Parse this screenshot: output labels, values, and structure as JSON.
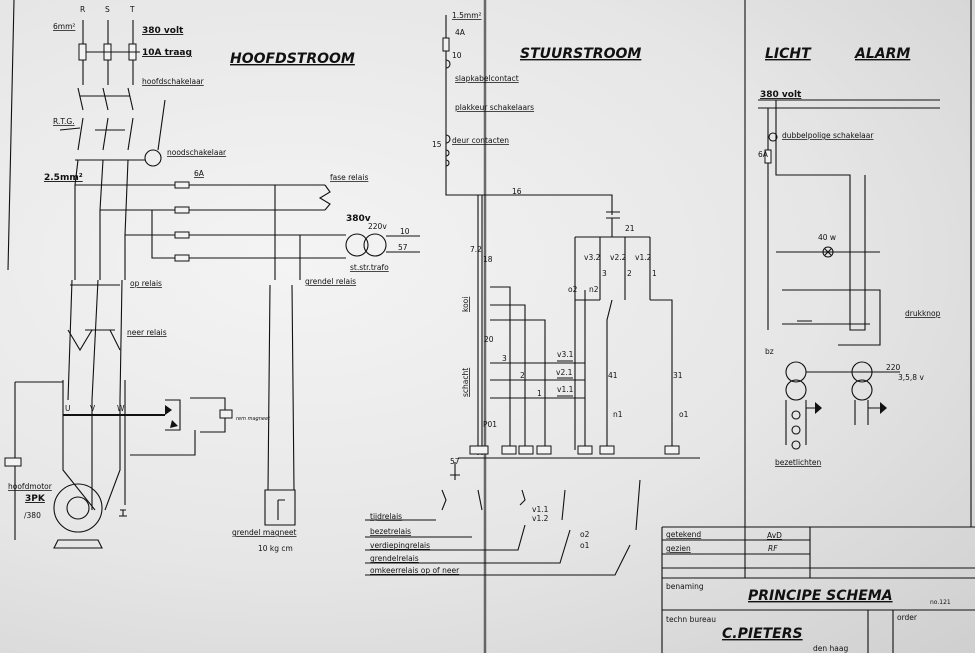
{
  "hoofdstroom": {
    "title": "HOOFDSTROOM",
    "phases": [
      "R",
      "S",
      "T"
    ],
    "cable_6": "6mm²",
    "voltage": "380 volt",
    "fuse": "10A traag",
    "main_switch": "hoofdschakelaar",
    "rtg": "R.T.G.",
    "emergency_switch": "noodschakelaar",
    "cable_25": "2.5mm²",
    "fuse_6": "6A",
    "phase_relay": "fase relais",
    "trafo_primary": "380v",
    "trafo_secondary": "220v",
    "wire_10": "10",
    "wire_57": "57",
    "trafo": "st.str.trafo",
    "up_relay": "op relais",
    "lock_relay": "grendel relais",
    "down_relay": "neer relais",
    "terminals": [
      "U",
      "V",
      "W"
    ],
    "brake": "rem magneet",
    "motor": "hoofdmotor",
    "motor_power": "3PK",
    "motor_voltage": "/380",
    "lock_magnet": "grendel magneet",
    "lock_force": "10 kg cm"
  },
  "stuurstroom": {
    "title": "STUURSTROOM",
    "cable": "1.5mm²",
    "fuse": "4A",
    "w10": "10",
    "slack_cable": "slapkabelcontact",
    "switches": "plakkeur schakelaars",
    "w15": "15",
    "doors": "deur contacten",
    "w16": "16",
    "w21": "21",
    "w18": "18",
    "t72": "7.2",
    "contacts_top": [
      "v3.2",
      "v2.2",
      "v1.2"
    ],
    "nums_top": [
      "3",
      "2",
      "1"
    ],
    "o2": "o2",
    "n2": "n2",
    "kooi": "kooi",
    "schacht": "schacht",
    "w20": "20",
    "floors": [
      "3",
      "2",
      "1"
    ],
    "contacts_mid": [
      "v3.1",
      "v2.1",
      "v1.1"
    ],
    "w41": "41",
    "w31": "31",
    "n1": "n1",
    "o1": "o1",
    "p01": "P01",
    "w57": "57",
    "legend": [
      "tijdrelais",
      "bezetrelais",
      "verdiepingrelais",
      "grendelrelais",
      "omkeerrelais op of neer"
    ],
    "legend_contacts": [
      "v1.1",
      "v1.2",
      "o2",
      "o1"
    ]
  },
  "licht_alarm": {
    "licht": "LICHT",
    "alarm": "ALARM",
    "voltage": "380 volt",
    "switch": "dubbelpolige schakelaar",
    "fuse": "6A",
    "lamp": "40 w",
    "button": "drukknop",
    "bz": "bz",
    "trafo_primary": "220",
    "trafo_secondary": "3,5,8 v",
    "lights": "bezetlichten"
  },
  "title_block": {
    "drawn_label": "getekend",
    "drawn_by": "AvD",
    "checked_label": "gezien",
    "checked_by": "RF",
    "name_label": "benaming",
    "name": "PRINCIPE SCHEMA",
    "number": "no.121",
    "bureau_label": "techn bureau",
    "bureau": "C.PIETERS",
    "city": "den haag",
    "order_label": "order"
  }
}
